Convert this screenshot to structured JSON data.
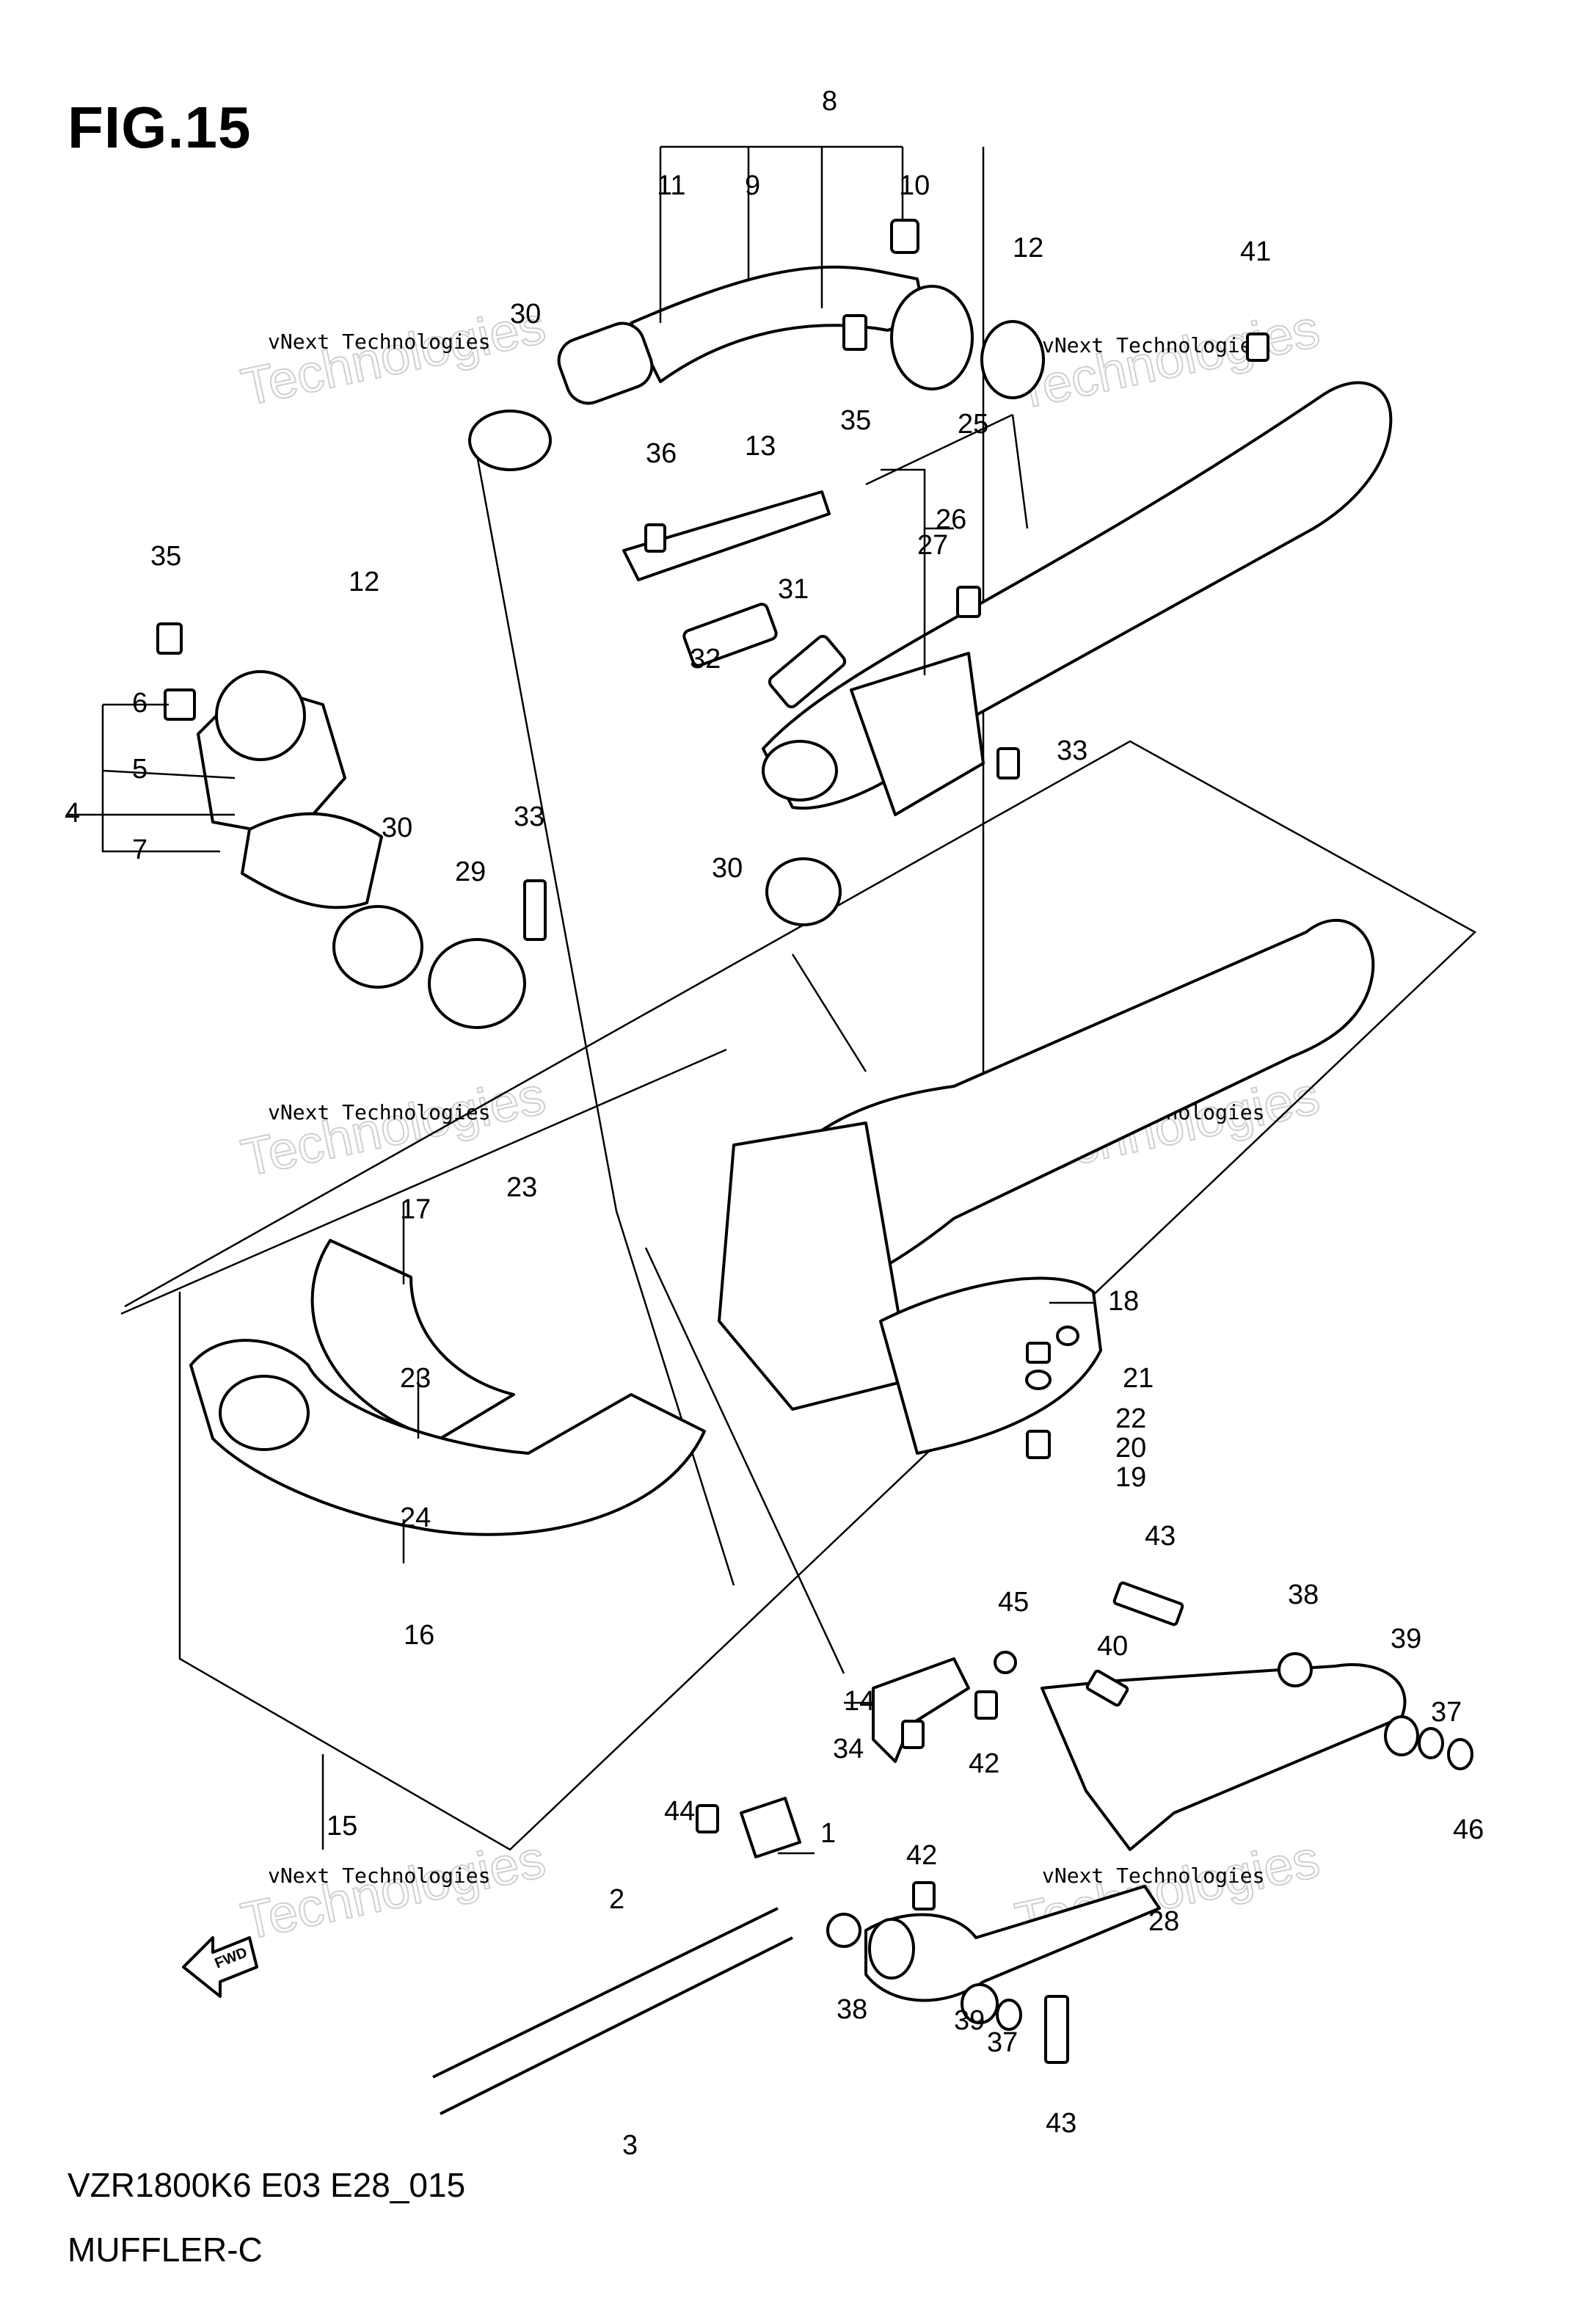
{
  "figure": {
    "title": "FIG.15",
    "model_code": "VZR1800K6 E03 E28_015",
    "caption": "MUFFLER-C"
  },
  "watermark": {
    "company": "vNext Technologies",
    "brand": "Technologies"
  },
  "fwd_label": "FWD",
  "callouts": [
    "1",
    "2",
    "3",
    "4",
    "5",
    "6",
    "7",
    "8",
    "9",
    "10",
    "11",
    "12",
    "12",
    "13",
    "14",
    "15",
    "16",
    "17",
    "18",
    "19",
    "20",
    "21",
    "22",
    "23",
    "23",
    "24",
    "25",
    "26",
    "27",
    "28",
    "29",
    "30",
    "30",
    "30",
    "31",
    "32",
    "33",
    "33",
    "34",
    "35",
    "35",
    "36",
    "37",
    "37",
    "38",
    "38",
    "39",
    "39",
    "40",
    "41",
    "42",
    "42",
    "43",
    "43",
    "44",
    "45",
    "46"
  ]
}
